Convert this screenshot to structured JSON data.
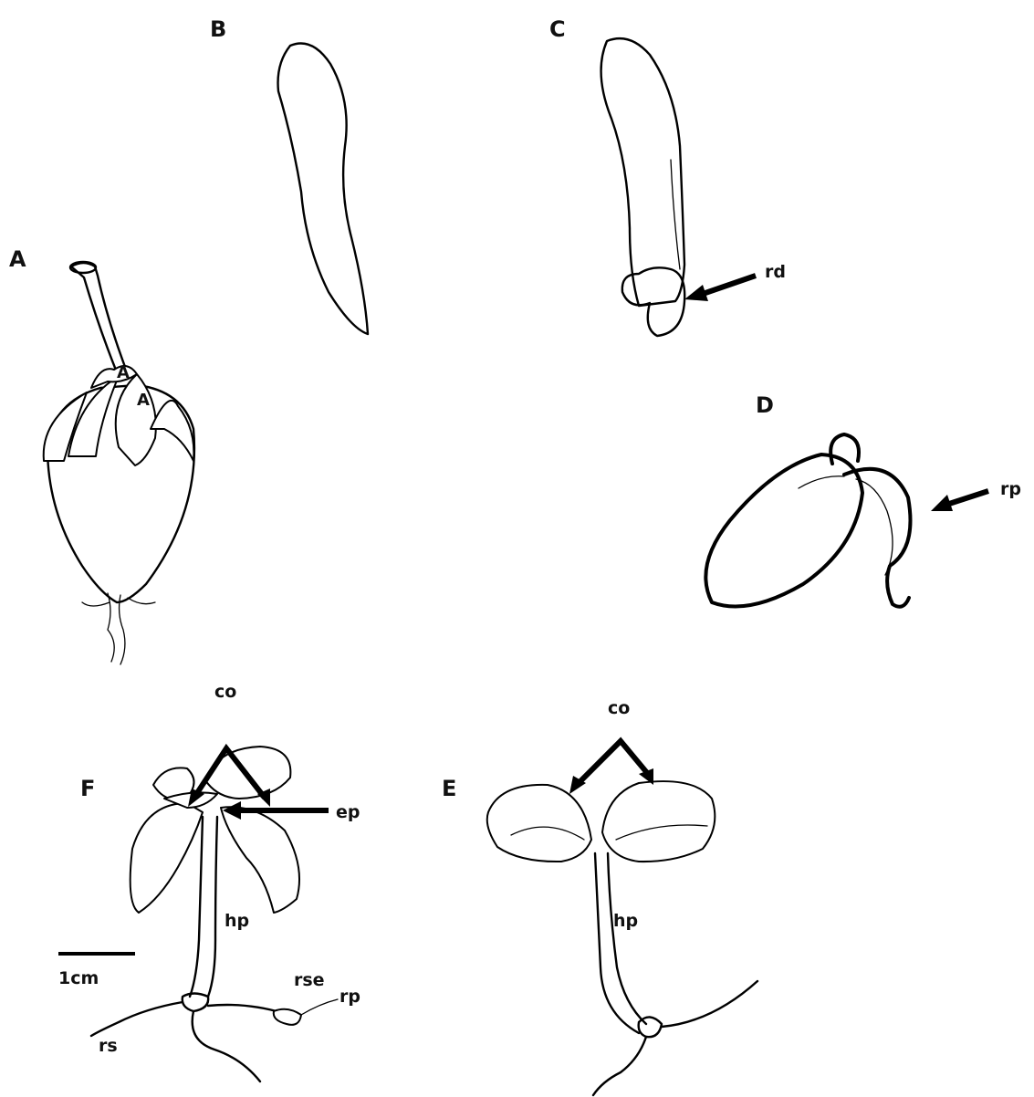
{
  "panels": {
    "A": "A",
    "B": "B",
    "C": "C",
    "D": "D",
    "E": "E",
    "F": "F"
  },
  "annotations": {
    "rd": "rd",
    "rp_d": "rp",
    "co_f": "co",
    "ep": "ep",
    "hp_f": "hp",
    "rse": "rse",
    "rp_f": "rp",
    "rs": "rs",
    "co_e": "co",
    "hp_e": "hp"
  },
  "scale_bar": {
    "label": "1cm"
  }
}
